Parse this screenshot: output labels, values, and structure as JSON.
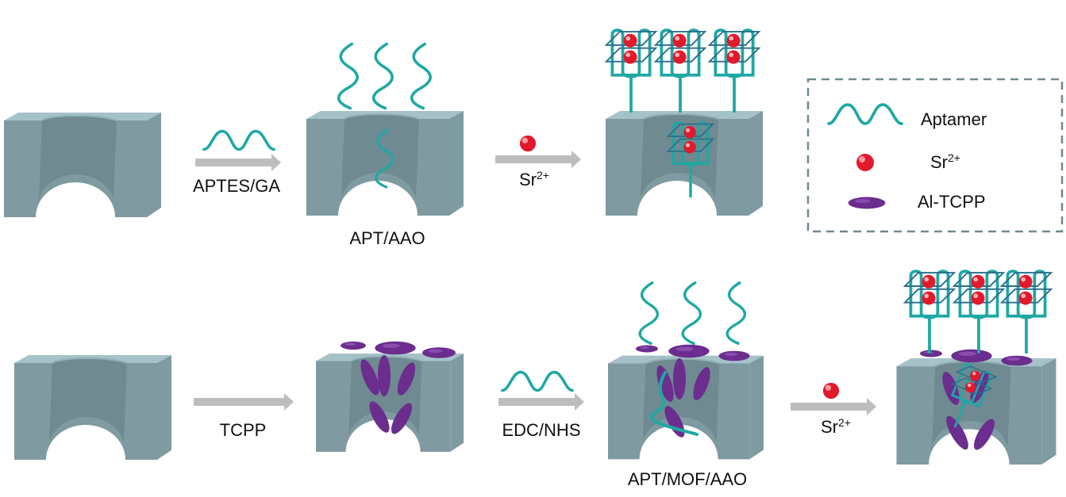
{
  "colors": {
    "block_front": "#7f9aa0",
    "block_top": "#a6c2c9",
    "block_inner": "#6f8a91",
    "aptamer": "#1ea8a4",
    "strontium": "#e1192c",
    "al_tcpp": "#6b2d8e",
    "arrow": "#bdbdbd",
    "legend_border": "#6f8a91",
    "g4_lines": "#2d6e8a"
  },
  "steps": {
    "aptes_ga": "APTES/GA",
    "apt_aao": "APT/AAO",
    "sr_top": "Sr",
    "sr_top_sup": "2+",
    "tcpp": "TCPP",
    "edc_nhs": "EDC/NHS",
    "apt_mof_aao": "APT/MOF/AAO",
    "sr_bottom": "Sr",
    "sr_bottom_sup": "2+"
  },
  "legend": {
    "aptamer": "Aptamer",
    "sr": "Sr",
    "sr_sup": "2+",
    "al_tcpp": "Al-TCPP"
  },
  "icons": {
    "aptamer": "aptamer-wave-icon",
    "sr": "sr-ion-sphere-icon",
    "al_tcpp": "al-tcpp-ellipse-icon"
  }
}
